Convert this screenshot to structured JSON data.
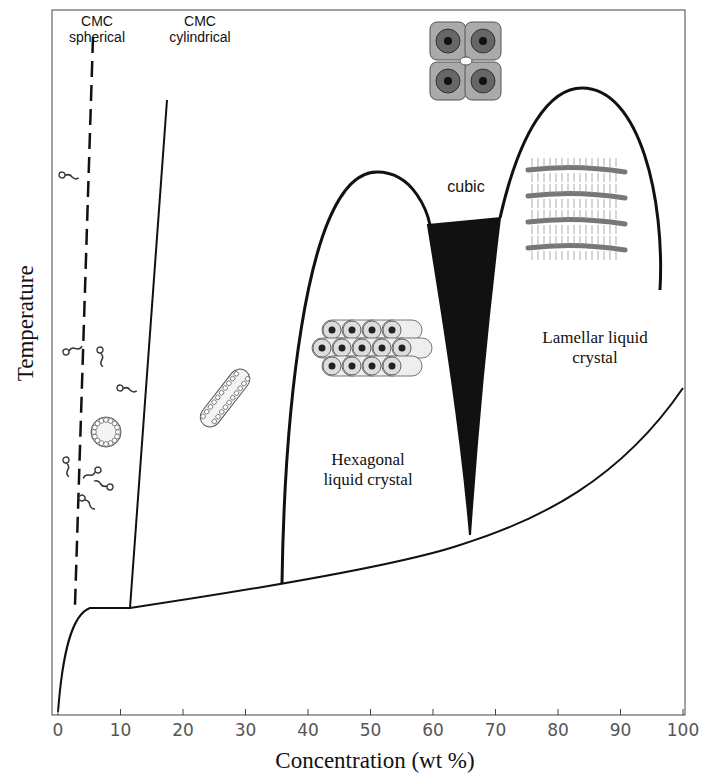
{
  "diagram": {
    "nodes": [
      {
        "text": [
          "Hexagonal liquid crystal"
        ]
      },
      {
        "text": [
          "Lamellar liquid crystal"
        ]
      }
    ],
    "labels": [
      "CMC spherical",
      "CMC cylindrical",
      "cubic",
      "Temperature",
      "Concentration (wt %)",
      "0",
      "10",
      "20",
      "30",
      "40",
      "50",
      "60",
      "70",
      "80",
      "90",
      "100"
    ]
  }
}
